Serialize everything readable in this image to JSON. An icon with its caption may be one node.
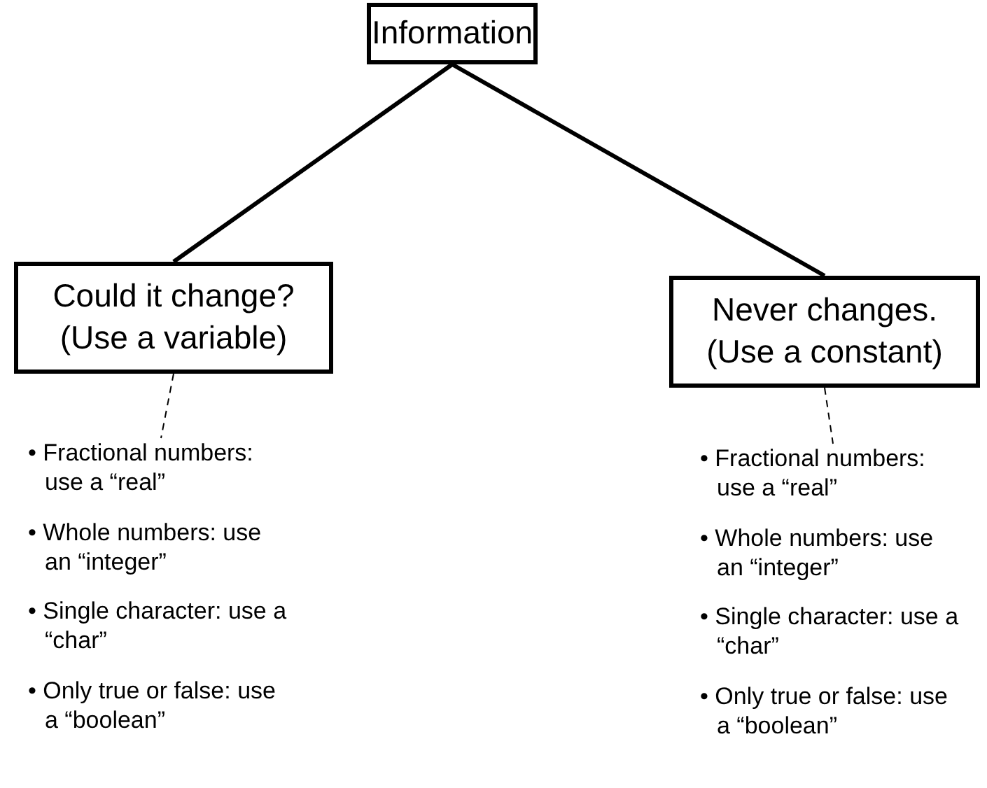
{
  "diagram": {
    "nodes": [
      {
        "text": [
          "Information"
        ]
      },
      {
        "text": [
          "Could it change? (Use a variable)"
        ]
      },
      {
        "text": [
          "Never changes. (Use a constant)"
        ]
      },
      {
        "text": [
          "• Fractional numbers: use a “real”",
          "• Whole numbers: use an “integer”",
          "• Single character: use a “char”",
          "• Only true or false: use a “boolean”"
        ]
      },
      {
        "text": [
          "• Fractional numbers: use a “real”",
          "• Whole numbers: use an “integer”",
          "• Single character: use a “char”",
          "• Only true or false: use a “boolean”"
        ]
      }
    ],
    "edges": [
      {
        "from": 0,
        "to": 1,
        "arrow": "none",
        "style": "thick"
      },
      {
        "from": 0,
        "to": 2,
        "arrow": "none",
        "style": "thick"
      },
      {
        "from": 1,
        "to": 3,
        "arrow": "none",
        "style": "dashed"
      },
      {
        "from": 2,
        "to": 4,
        "arrow": "none",
        "style": "dashed"
      }
    ]
  }
}
